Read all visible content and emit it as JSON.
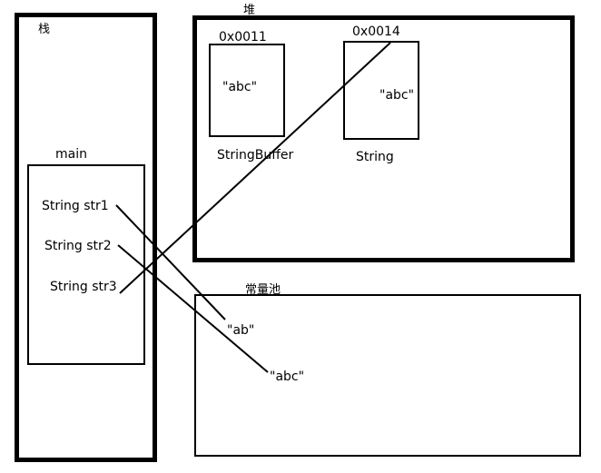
{
  "stack": {
    "title": "栈"
  },
  "main_frame": {
    "title": "main",
    "vars": [
      "String str1",
      "String str2",
      "String str3"
    ]
  },
  "heap": {
    "title": "堆",
    "objects": [
      {
        "address": "0x0011",
        "value": "\"abc\"",
        "type": "StringBuffer"
      },
      {
        "address": "0x0014",
        "value": "\"abc\"",
        "type": "String"
      }
    ]
  },
  "pool": {
    "title": "常量池",
    "entries": [
      "\"ab\"",
      "\"abc\""
    ]
  }
}
